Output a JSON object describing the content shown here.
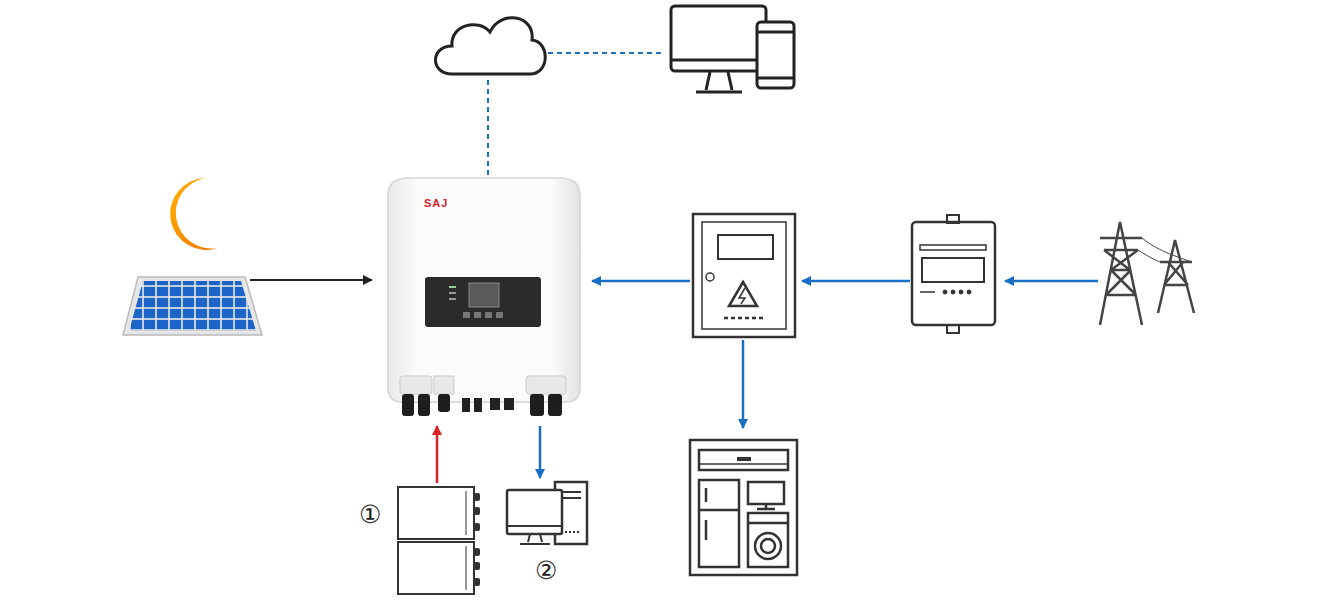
{
  "diagram": {
    "nodes": [
      {
        "text": [
          "SAJ"
        ]
      },
      {
        "text": [
          "①"
        ]
      },
      {
        "text": [
          "②"
        ]
      }
    ],
    "edges": [
      {
        "from": 1,
        "to": 0,
        "arrow": "to"
      },
      {
        "from": 0,
        "to": 2,
        "arrow": "to"
      }
    ]
  }
}
